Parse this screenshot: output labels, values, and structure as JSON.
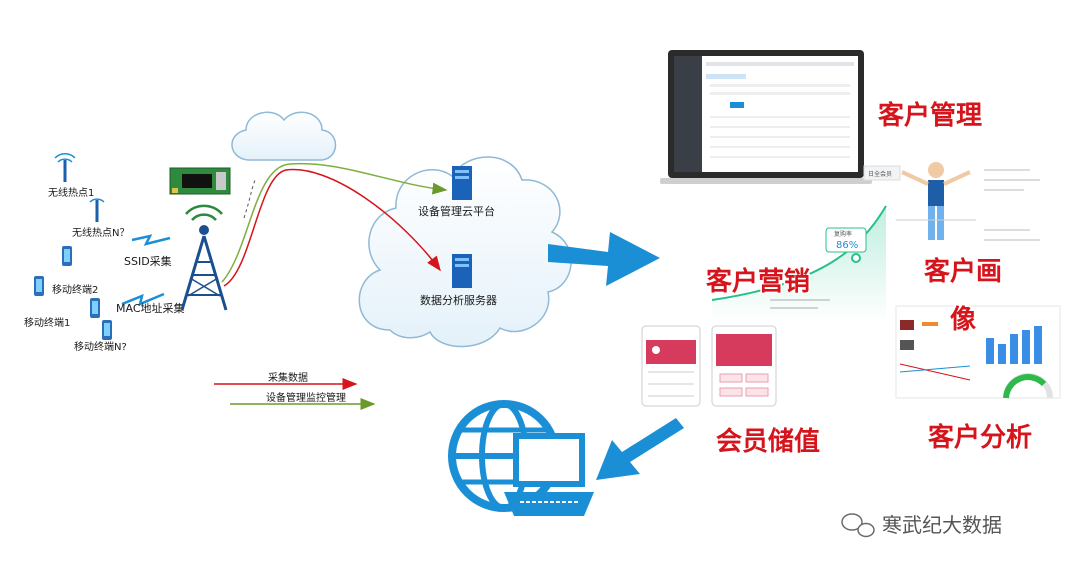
{
  "network": {
    "hotspot1": "无线热点1",
    "hotspotN": "无线热点N？",
    "ssid": "SSID采集",
    "mac": "MAC地址采集",
    "terminal1": "移动终端1",
    "terminal2": "移动终端2",
    "terminalN": "移动终端N?"
  },
  "cloud": {
    "platform": "设备管理云平台",
    "server": "数据分析服务器"
  },
  "legend": {
    "collect": "采集数据",
    "monitor": "设备管理监控管理"
  },
  "modules": {
    "customer_mgmt": "客户管理",
    "marketing": "客户营销",
    "portrait_1": "客户画",
    "portrait_2": "像",
    "analysis": "客户分析",
    "member": "会员储值"
  },
  "marketing_card": {
    "label": "复购率",
    "value": "86%"
  },
  "portrait_card": {
    "tag": "日全会员"
  },
  "watermark": {
    "text": "寒武纪大数据"
  },
  "colors": {
    "red": "#d5141b",
    "green": "#6a9a2a",
    "blue": "#1b8fd6",
    "cloud": "#cfe6f5"
  }
}
